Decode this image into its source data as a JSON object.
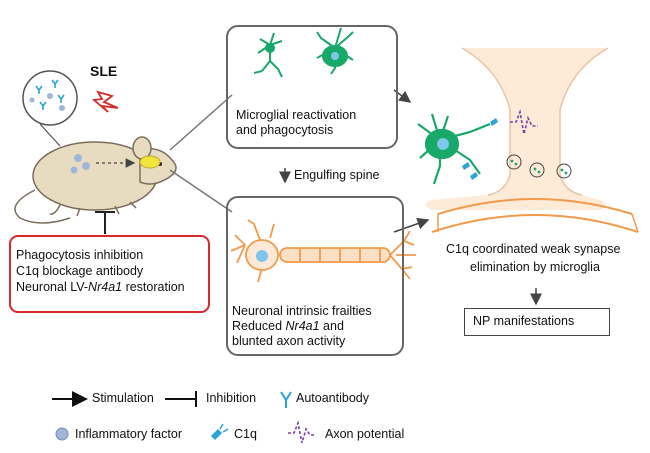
{
  "trigger": "SLE",
  "microglia_box": {
    "line1": "Microglial reactivation",
    "line2": "and phagocytosis"
  },
  "engulf_label": "Engulfing spine",
  "neuron_box": {
    "line1": "Neuronal intrinsic frailties",
    "line2_pre": "Reduced ",
    "line2_gene": "Nr4a1",
    "line2_post": " and",
    "line3": "blunted  axon activity"
  },
  "treatment_box": {
    "line1": "Phagocytosis inhibition",
    "line2": "C1q blockage antibody",
    "line3_pre": "Neuronal LV-",
    "line3_gene": "Nr4a1",
    "line3_post": " restoration"
  },
  "synapse_caption": {
    "line1": "C1q coordinated weak synapse",
    "line2": "elimination by microglia"
  },
  "outcome": "NP manifestations",
  "legend": {
    "stimulation": "Stimulation",
    "inhibition": "Inhibition",
    "autoantibody": "Autoantibody",
    "inflammatory_factor": "Inflammatory factor",
    "c1q": "C1q",
    "axon_potential": "Axon potential"
  },
  "colors": {
    "microglia": "#18a86a",
    "neuron": "#f29a4a",
    "synapse": "#fbe7d6",
    "red_border": "#d42a2a",
    "blue": "#2aa3d6",
    "purple": "#6a3fa0"
  }
}
